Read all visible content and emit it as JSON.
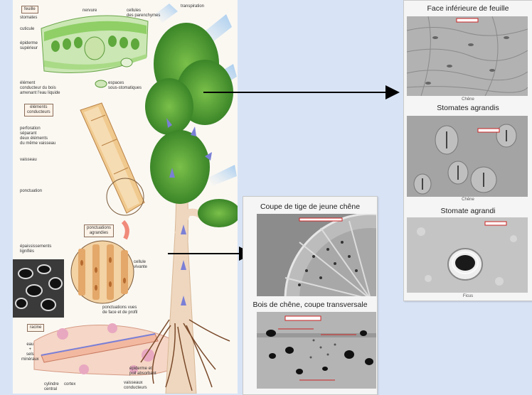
{
  "left_panel": {
    "feuille": {
      "box": "feuille",
      "labels": {
        "stomates": "stomates",
        "nervure": "nervure",
        "cellules": "cellules\ndes parenchymes",
        "cuticule": "cuticule",
        "epiderme": "épiderme\nsupérieur",
        "element": "élément\nconducteur du bois\namenant l'eau liquide",
        "espaces": "espaces\nsous-stomatiques"
      }
    },
    "elements": {
      "box": "éléments\nconducteurs",
      "labels": {
        "perforation": "perforation\nséparant\ndeux éléments\ndu même vaisseau",
        "vaisseau": "vaisseau",
        "ponctuation": "ponctuation"
      }
    },
    "ponctuations": {
      "box": "ponctuations\nagrandies",
      "labels": {
        "epaississements": "épaississements\nlignifiés",
        "cellule": "cellule\nvivante",
        "ponctuations_vues": "ponctuations vues\nde face et de profil"
      }
    },
    "racine": {
      "box": "racine",
      "labels": {
        "eau": "eau\n+\nsels\nminéraux",
        "epiderme_poil": "épiderme et\npoil absorbant",
        "cylindre": "cylindre\ncentral",
        "cortex": "cortex",
        "vaisseaux": "vaisseaux\nconducteurs"
      }
    },
    "transpiration": "transpiration"
  },
  "middle_panel": {
    "title_top": "Coupe de tige de jeune chêne",
    "title_bottom": "Bois de chêne, coupe transversale"
  },
  "right_panel": {
    "title_1": "Face inférieure de feuille",
    "caption_1": "Chêne",
    "title_2": "Stomates agrandis",
    "caption_2": "Chêne",
    "title_3": "Stomate agrandi",
    "caption_3": "Ficus"
  },
  "colors": {
    "background": "#d8e4f6",
    "foliage": "#3f8f2a",
    "trunk": "#efd7bf",
    "arrow": "#000000",
    "flow_arrow": "#7a7fd6"
  }
}
